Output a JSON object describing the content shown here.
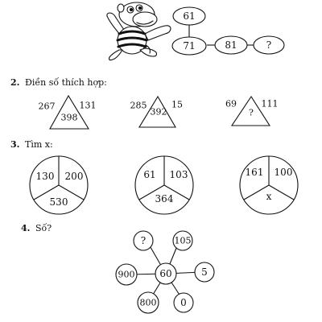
{
  "q1": {
    "chain": [
      "61",
      "71",
      "81",
      "?"
    ]
  },
  "q2": {
    "number": "2.",
    "title": "Điền số thích hợp:",
    "triangles": [
      {
        "left": "267",
        "right": "131",
        "center": "398"
      },
      {
        "left": "285",
        "right": "15",
        "center": "392"
      },
      {
        "left": "69",
        "right": "111",
        "center": "?"
      }
    ]
  },
  "q3": {
    "number": "3.",
    "title": "Tìm x:",
    "circles": [
      {
        "top_left": "130",
        "top_right": "200",
        "bottom": "530"
      },
      {
        "top_left": "61",
        "top_right": "103",
        "bottom": "364"
      },
      {
        "top_left": "161",
        "top_right": "100",
        "bottom": "x"
      }
    ]
  },
  "q4": {
    "number": "4.",
    "title": "Số?",
    "center": "60",
    "spokes": {
      "top_left": "?",
      "top_right": "105",
      "right": "5",
      "bottom_right": "0",
      "bottom_left": "800",
      "left": "900"
    }
  }
}
